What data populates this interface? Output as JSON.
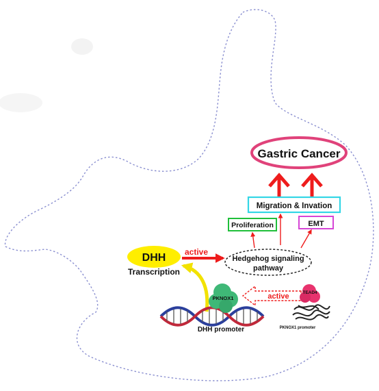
{
  "labels": {
    "gastric_cancer": "Gastric Cancer",
    "migration": "Migration & Invation",
    "proliferation": "Proliferation",
    "emt": "EMT",
    "dhh": "DHH",
    "transcription": "Transcription",
    "active_top": "active",
    "hedgehog_line1": "Hedgehog signaling",
    "hedgehog_line2": "pathway",
    "pknox1": "PKNOX1",
    "active_bottom": "active",
    "tead4": "TEAD4",
    "dhh_promoter": "DHH promoter",
    "pknox1_promoter": "PKNOX1 promoter"
  },
  "colors": {
    "stomach_outline": "#8a8fd0",
    "gastric_cancer_border": "#e0427a",
    "migration_border": "#33d6e6",
    "proliferation_border": "#1fbf3a",
    "emt_border": "#d645d6",
    "dhh_fill": "#ffee00",
    "yellow_arrow": "#f2e200",
    "red_arrow": "#ee1c1c",
    "pknox1_fill": "#3fb877",
    "tead4_fill": "#e8336e",
    "dna_strand_red": "#c0283a",
    "dna_strand_blue": "#2b3f9c"
  }
}
